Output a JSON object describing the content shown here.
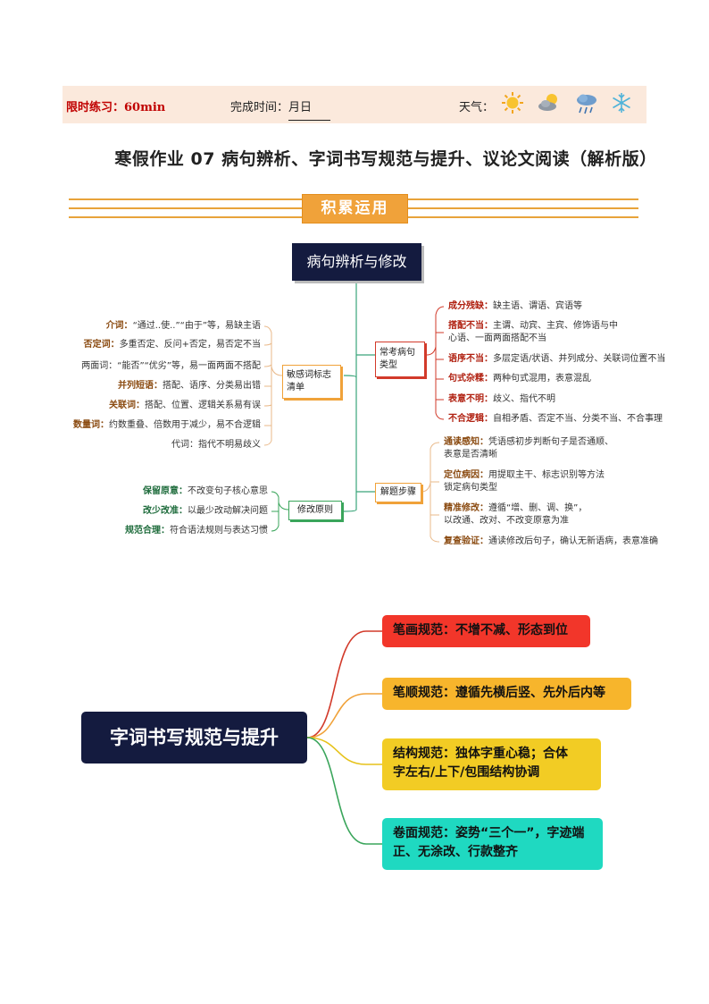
{
  "header": {
    "limit_label": "限时练习：60min",
    "done_prefix": "完成时间：",
    "month_label": "月",
    "day_label": "日",
    "weather_label": "天气："
  },
  "title": "寒假作业 07  病句辨析、字词书写规范与提升、议论文阅读（解析版）",
  "section": "积累运用",
  "map1": {
    "root": "病句辨析与修改",
    "left_branch1": {
      "label": "敏感词标志清单",
      "items": [
        {
          "key": "介词：",
          "text": "“通过..使..”“由于”等，易缺主语"
        },
        {
          "key": "否定词：",
          "text": "多重否定、反问+否定，易否定不当"
        },
        {
          "key": "",
          "text": "两面词：“能否”“优劣”等，易一面两面不搭配"
        },
        {
          "key": "并列短语：",
          "text": "搭配、语序、分类易出错"
        },
        {
          "key": "关联词：",
          "text": "搭配、位置、逻辑关系易有误"
        },
        {
          "key": "数量词：",
          "text": "约数重叠、倍数用于减少，易不合逻辑"
        },
        {
          "key": "",
          "text": "代词：指代不明易歧义"
        }
      ]
    },
    "left_branch2": {
      "label": "修改原则",
      "items": [
        {
          "key": "保留原意：",
          "text": "不改变句子核心意思"
        },
        {
          "key": "改少改准：",
          "text": "以最少改动解决问题"
        },
        {
          "key": "规范合理：",
          "text": "符合语法规则与表达习惯"
        }
      ]
    },
    "right_branch1": {
      "label": "常考病句类型",
      "items": [
        {
          "key": "成分残缺：",
          "text": "缺主语、谓语、宾语等"
        },
        {
          "key": "搭配不当：",
          "text": "主谓、动宾、主宾、修饰语与中",
          "text2": "心语、一面两面搭配不当"
        },
        {
          "key": "语序不当：",
          "text": "多层定语/状语、并列成分、关联词位置不当"
        },
        {
          "key": "句式杂糅：",
          "text": "两种句式混用，表意混乱"
        },
        {
          "key": "表意不明：",
          "text": "歧义、指代不明"
        },
        {
          "key": "不合逻辑：",
          "text": "自相矛盾、否定不当、分类不当、不合事理"
        }
      ]
    },
    "right_branch2": {
      "label": "解题步骤",
      "items": [
        {
          "key": "通读感知：",
          "text": "凭语感初步判断句子是否通顺、",
          "text2": "表意是否清晰"
        },
        {
          "key": "定位病因：",
          "text": "用提取主干、标志识别等方法",
          "text2": "锁定病句类型"
        },
        {
          "key": "精准修改：",
          "text": "遵循“增、删、调、换”，",
          "text2": "以改通、改对、不改变原意为准"
        },
        {
          "key": "复查验证：",
          "text": "通读修改后句子，确认无新语病，表意准确"
        }
      ]
    }
  },
  "map2": {
    "root": "字词书写规范与提升",
    "cards": [
      {
        "line1": "笔画规范：不增不减、形态到位",
        "line2": ""
      },
      {
        "line1": "笔顺规范：遵循先横后竖、先外后内等",
        "line2": ""
      },
      {
        "line1": "结构规范：独体字重心稳；合体",
        "line2": "字左右/上下/包围结构协调"
      },
      {
        "line1": "卷面规范：姿势“三个一”，字迹端",
        "line2": "正、无涂改、行款整齐"
      }
    ]
  },
  "colors": {
    "header_bg": "#fbe9dc",
    "accent": "#f0a23a",
    "navy": "#141b3f",
    "card_red": "#f2362a",
    "card_orange": "#f7b52c",
    "card_yellow": "#f2cc24",
    "card_cyan": "#1fd9c1"
  }
}
